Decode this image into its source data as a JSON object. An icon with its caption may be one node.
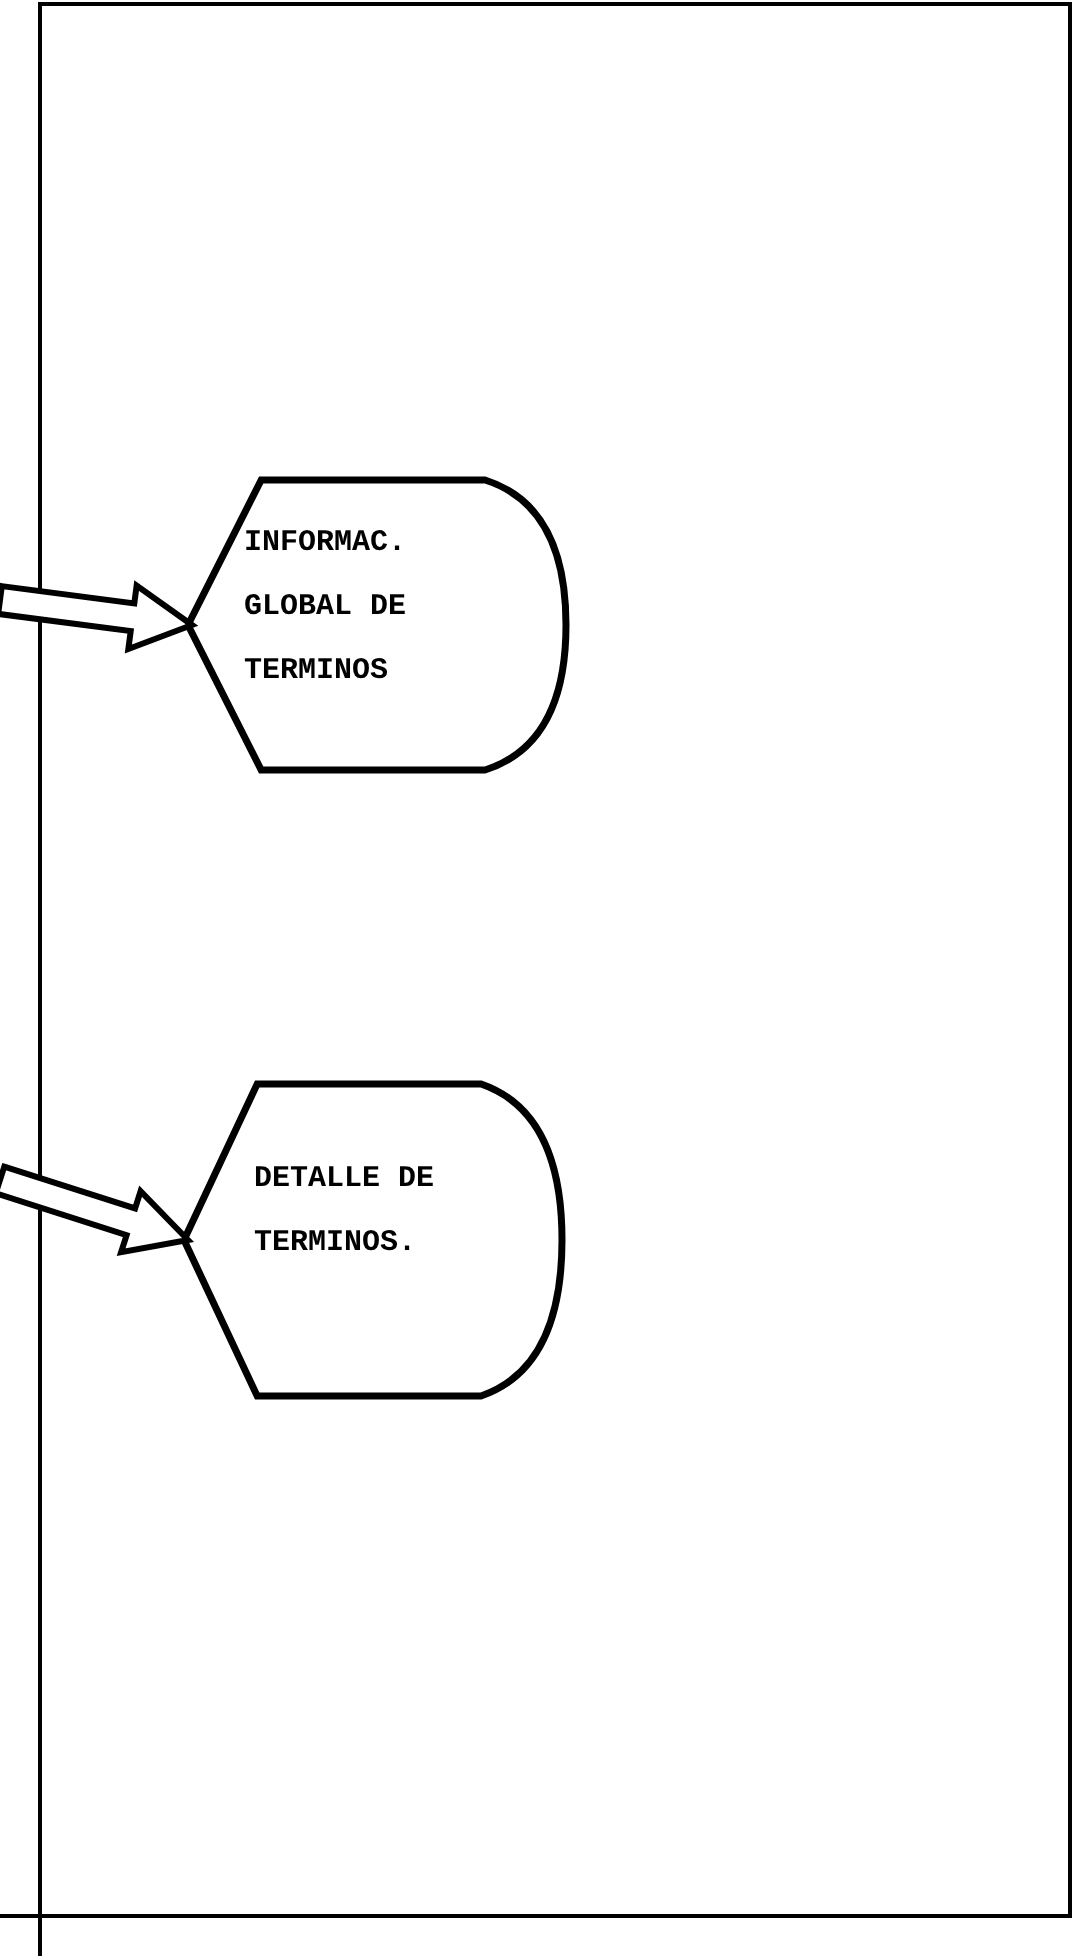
{
  "diagram": {
    "nodes": [
      {
        "text": [
          "INFORMAC. GLOBAL DE TERMINOS"
        ]
      },
      {
        "text": [
          "DETALLE DE TERMINOS."
        ]
      }
    ],
    "edges": [
      {
        "from": null,
        "to": 0,
        "arrow": "to"
      },
      {
        "from": null,
        "to": 1,
        "arrow": "to"
      }
    ]
  }
}
